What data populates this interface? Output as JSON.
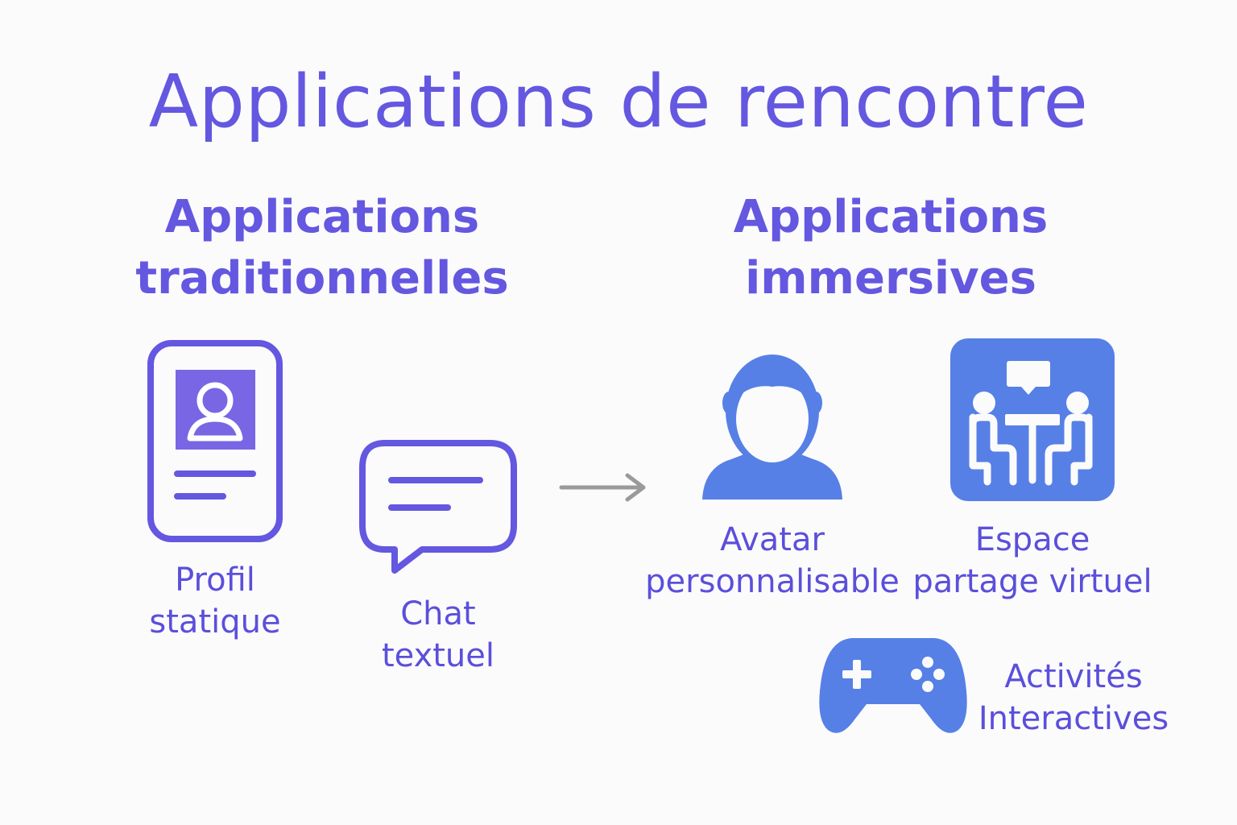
{
  "title": "Applications de rencontre",
  "traditional": {
    "heading_line1": "Applications",
    "heading_line2": "traditionnelles",
    "profile_label": "Profil\nstatique",
    "chat_label": "Chat\ntextuel"
  },
  "immersive": {
    "heading_line1": "Applications",
    "heading_line2": "immersives",
    "avatar_label": "Avatar\npersonnalisable",
    "space_label": "Espace\npartage virtuel",
    "activities_label": "Activités\nInteractives"
  },
  "colors": {
    "purple": "#6457e0",
    "blue": "#5680e6",
    "arrow": "#9a9a9a"
  }
}
